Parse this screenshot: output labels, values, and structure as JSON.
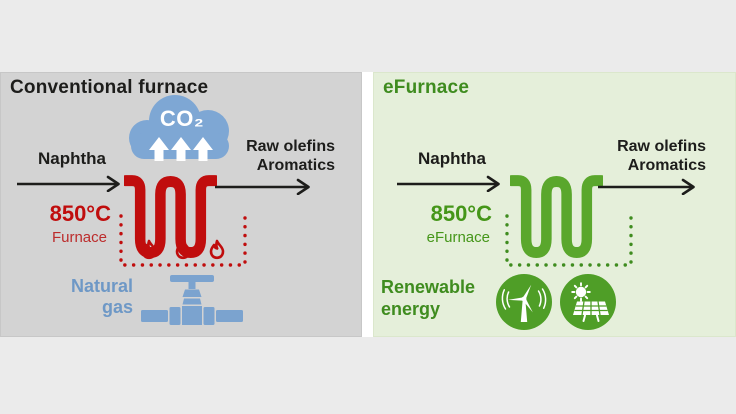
{
  "left_panel": {
    "title": "Conventional furnace",
    "input_label": "Naphtha",
    "emission_label": "CO₂",
    "output_line1": "Raw olefins",
    "output_line2": "Aromatics",
    "temperature": "850°C",
    "unit_label": "Furnace",
    "fuel_label_line1": "Natural",
    "fuel_label_line2": "gas",
    "colors": {
      "panel_bg": "#d3d3d3",
      "accent_red": "#c00d0d",
      "cloud_blue": "#7ea7d4",
      "pipe_blue": "#7ba3cf",
      "text_black": "#1d1d1b"
    }
  },
  "right_panel": {
    "title": "eFurnace",
    "input_label": "Naphtha",
    "output_line1": "Raw olefins",
    "output_line2": "Aromatics",
    "temperature": "850°C",
    "unit_label": "eFurnace",
    "energy_label_line1": "Renewable",
    "energy_label_line2": "energy",
    "icons": [
      "wind-turbine-icon",
      "solar-panel-icon"
    ],
    "colors": {
      "panel_bg": "#e5efda",
      "accent_green": "#459619",
      "coil_green": "#5aa72c",
      "icon_green": "#4f9e27"
    }
  }
}
